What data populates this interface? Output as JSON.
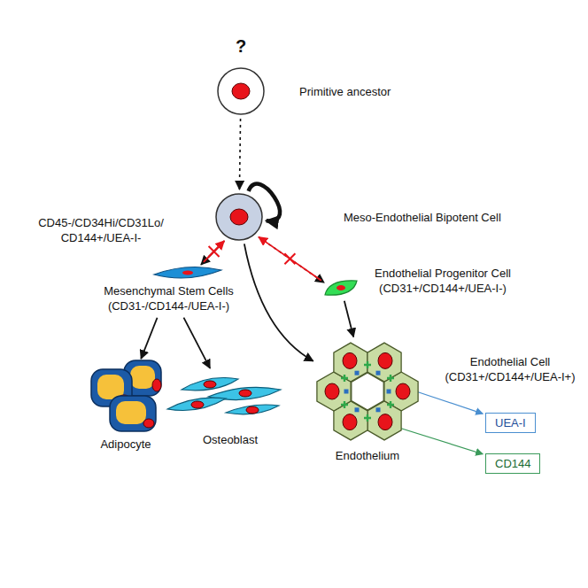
{
  "diagram": {
    "nodes": [
      {
        "text": [
          "?",
          "Primitive ancestor"
        ]
      },
      {
        "text": [
          "CD45-/CD34Hi/CD31Lo/ CD144+/UEA-I-",
          "Meso-Endothelial Bipotent Cell"
        ]
      },
      {
        "text": [
          "Mesenchymal Stem Cells (CD31-/CD144-/UEA-I-)"
        ]
      },
      {
        "text": [
          "Endothelial Progenitor Cell (CD31+/CD144+/UEA-I-)"
        ]
      },
      {
        "text": [
          "Adipocyte"
        ]
      },
      {
        "text": [
          "Osteoblast"
        ]
      },
      {
        "text": [
          "Endothelium",
          "Endothelial Cell (CD31+/CD144+/UEA-I+)"
        ]
      },
      {
        "text": [
          "UEA-I"
        ]
      },
      {
        "text": [
          "CD144"
        ]
      }
    ],
    "edges": [
      {
        "from": 0,
        "to": 1,
        "arrow": "to"
      },
      {
        "from": 1,
        "to": 1,
        "arrow": "to"
      },
      {
        "from": 1,
        "to": 2,
        "arrow": "to"
      },
      {
        "from": 2,
        "to": 1,
        "arrow": "to"
      },
      {
        "from": 1,
        "to": 3,
        "arrow": "to"
      },
      {
        "from": 3,
        "to": 1,
        "arrow": "to"
      },
      {
        "from": 1,
        "to": 6,
        "arrow": "to"
      },
      {
        "from": 2,
        "to": 4,
        "arrow": "to"
      },
      {
        "from": 2,
        "to": 5,
        "arrow": "to"
      },
      {
        "from": 3,
        "to": 6,
        "arrow": "to"
      },
      {
        "from": 6,
        "to": 7,
        "arrow": "to"
      },
      {
        "from": 6,
        "to": 8,
        "arrow": "to"
      }
    ]
  }
}
